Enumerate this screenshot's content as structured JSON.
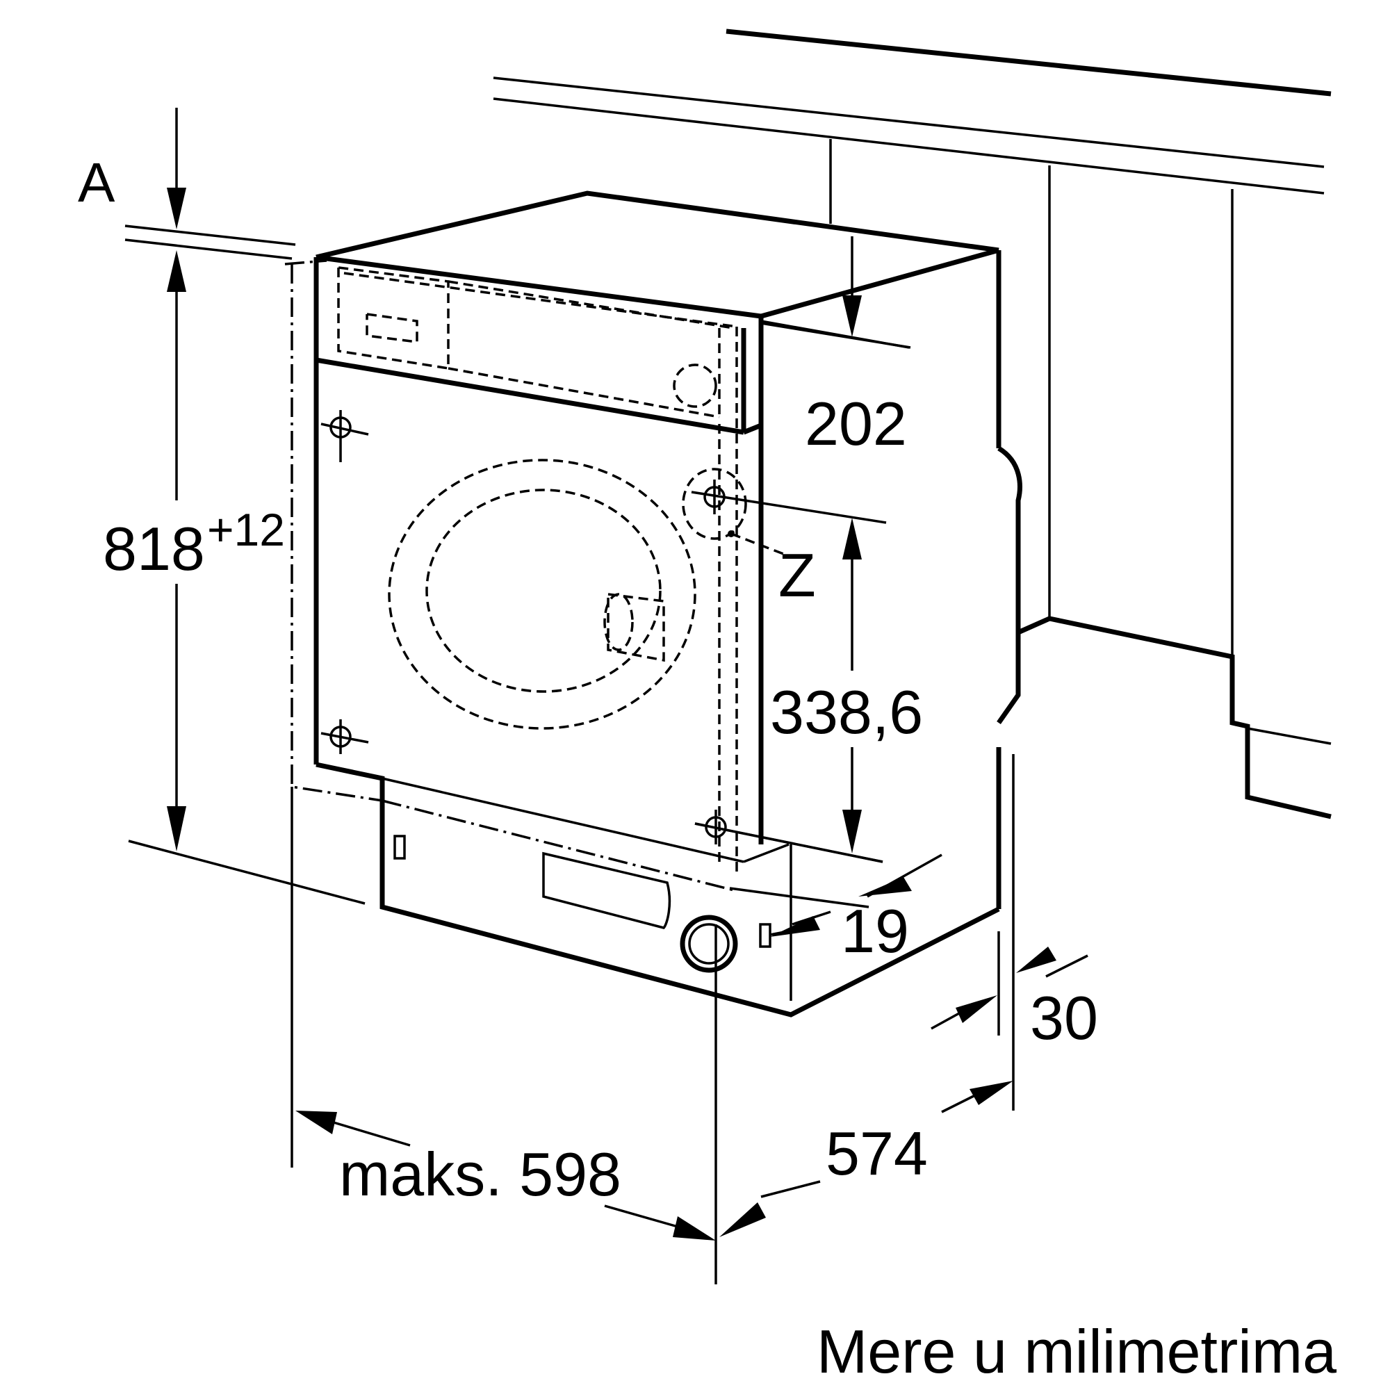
{
  "labels": {
    "a": "A",
    "height": "818",
    "height_tol": "+12",
    "d202": "202",
    "z": "Z",
    "d338": "338,6",
    "d19": "19",
    "d30": "30",
    "d574": "574",
    "width": "maks. 598",
    "units": "Mere u milimetrima"
  },
  "colors": {
    "line": "#000000",
    "background": "#ffffff"
  }
}
